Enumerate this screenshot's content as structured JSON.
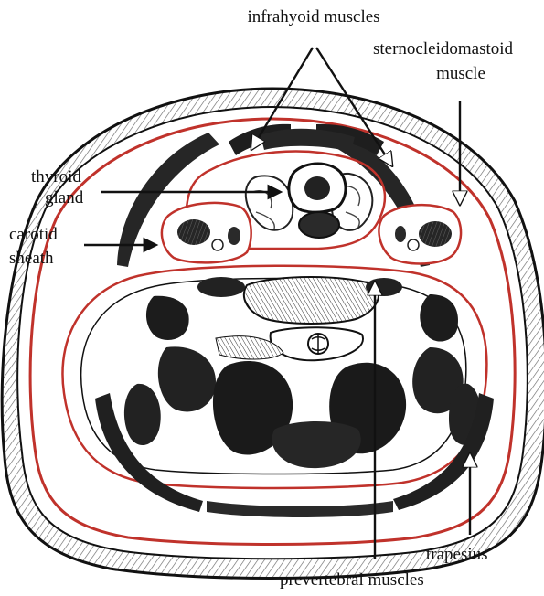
{
  "colors": {
    "fascia": "#c0322b",
    "ink": "#141414",
    "skin_fill": "#ffffff",
    "muscle_fill": "#2a2a2a",
    "hatch": "#555555"
  },
  "labels": {
    "infrahyoid": "infrahyoid muscles",
    "scm_line1": "sternocleidomastoid",
    "scm_line2": "muscle",
    "thyroid_line1": "thyroid",
    "thyroid_line2": "gland",
    "carotid_line1": "carotid",
    "carotid_line2": "sheath",
    "trapesius": "trapesius",
    "prevertebral": "prevertebral muscles"
  }
}
